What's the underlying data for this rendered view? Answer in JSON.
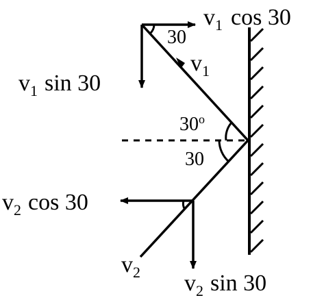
{
  "labels": {
    "v1_cos_v": "v",
    "v1_cos_sub": "1",
    "v1_cos_rest": "cos 30",
    "v1_sin_v": "v",
    "v1_sin_sub": "1",
    "v1_sin_rest": "sin 30",
    "v1_v": "v",
    "v1_sub": "1",
    "angle_top": "30",
    "angle_mirror_upper": "30",
    "angle_mirror_upper_sup": "o",
    "angle_mirror_lower": "30",
    "v2_cos_v": "v",
    "v2_cos_sub": "2",
    "v2_cos_rest": "cos 30",
    "v2_v": "v",
    "v2_sub": "2",
    "v2_sin_v": "v",
    "v2_sin_sub": "2",
    "v2_sin_rest": "sin 30"
  }
}
